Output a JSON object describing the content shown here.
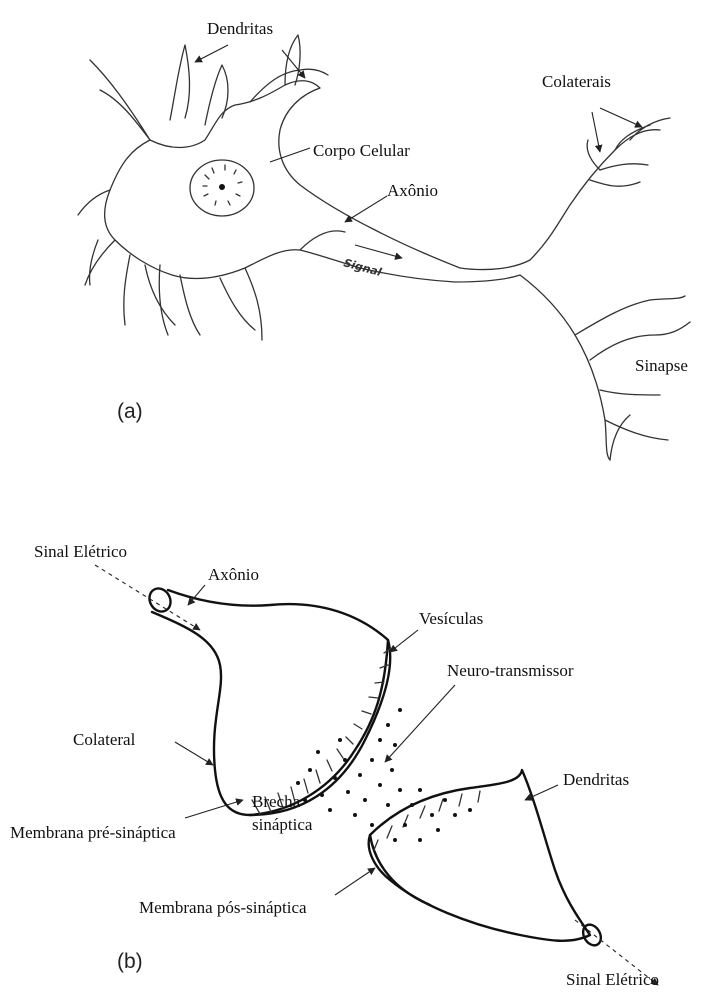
{
  "panel_a": {
    "label": "(a)",
    "dendritas": "Dendritas",
    "colaterais": "Colaterais",
    "corpo_celular": "Corpo Celular",
    "axonio": "Axônio",
    "signal": "Signal",
    "sinapse": "Sinapse"
  },
  "panel_b": {
    "label": "(b)",
    "sinal_eletrico_in": "Sinal Elétrico",
    "axonio": "Axônio",
    "vesiculas": "Vesículas",
    "neuro_transmissor": "Neuro-transmissor",
    "colateral": "Colateral",
    "dendritas": "Dendritas",
    "brecha_1": "Brecha",
    "brecha_2": "sináptica",
    "membrana_pre": "Membrana pré-sináptica",
    "membrana_pos": "Membrana pós-sináptica",
    "sinal_eletrico_out": "Sinal Elétrico"
  }
}
